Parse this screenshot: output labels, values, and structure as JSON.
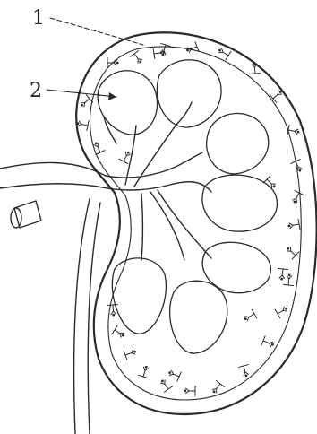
{
  "diagram": {
    "labels": [
      {
        "id": "1",
        "text": "1"
      },
      {
        "id": "2",
        "text": "2"
      }
    ],
    "colors": {
      "ink": "#2a2a2a",
      "shade": "#9a9a9a",
      "paper": "#ffffff"
    }
  }
}
